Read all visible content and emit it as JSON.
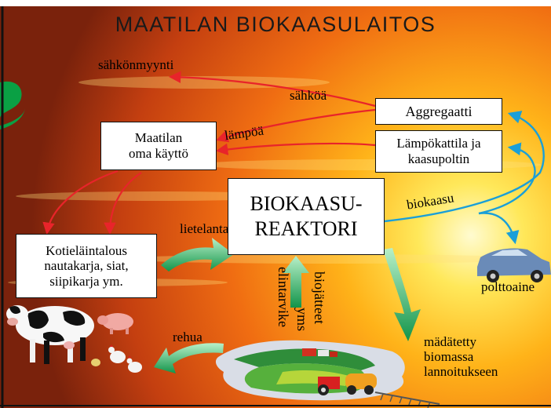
{
  "title": "MAATILAN BIOKAASULAITOS",
  "boxes": {
    "aggregaatti": "Aggregaatti",
    "lampokattila": "Lämpökattila ja kaasupoltin",
    "maatilan": "Maatilan oma käyttö",
    "reaktori": "BIOKAASU- REAKTORI",
    "kotielain": "Kotieläintalous nautakarja, siat, siipikarja ym."
  },
  "labels": {
    "sahkonmyynti": "sähkönmyynti",
    "sahkoa": "sähköä",
    "lampoa": "lämpöä",
    "biokaasu": "biokaasu",
    "lietelanta": "lietelanta",
    "polttoaine": "polttoaine",
    "rehua": "rehua",
    "madatetty": "mädätetty",
    "biomassa": "biomassa",
    "lannoitukseen": "lannoitukseen"
  },
  "vertical_labels": [
    "elintarvike",
    "yms",
    "biojätteet"
  ],
  "colors": {
    "red_arrow": "#e8242a",
    "blue_arrow": "#1a9fd8",
    "green_arrow": "#3aa86b",
    "sky_top": "#8a2a10",
    "sun": "#fff6a0"
  }
}
